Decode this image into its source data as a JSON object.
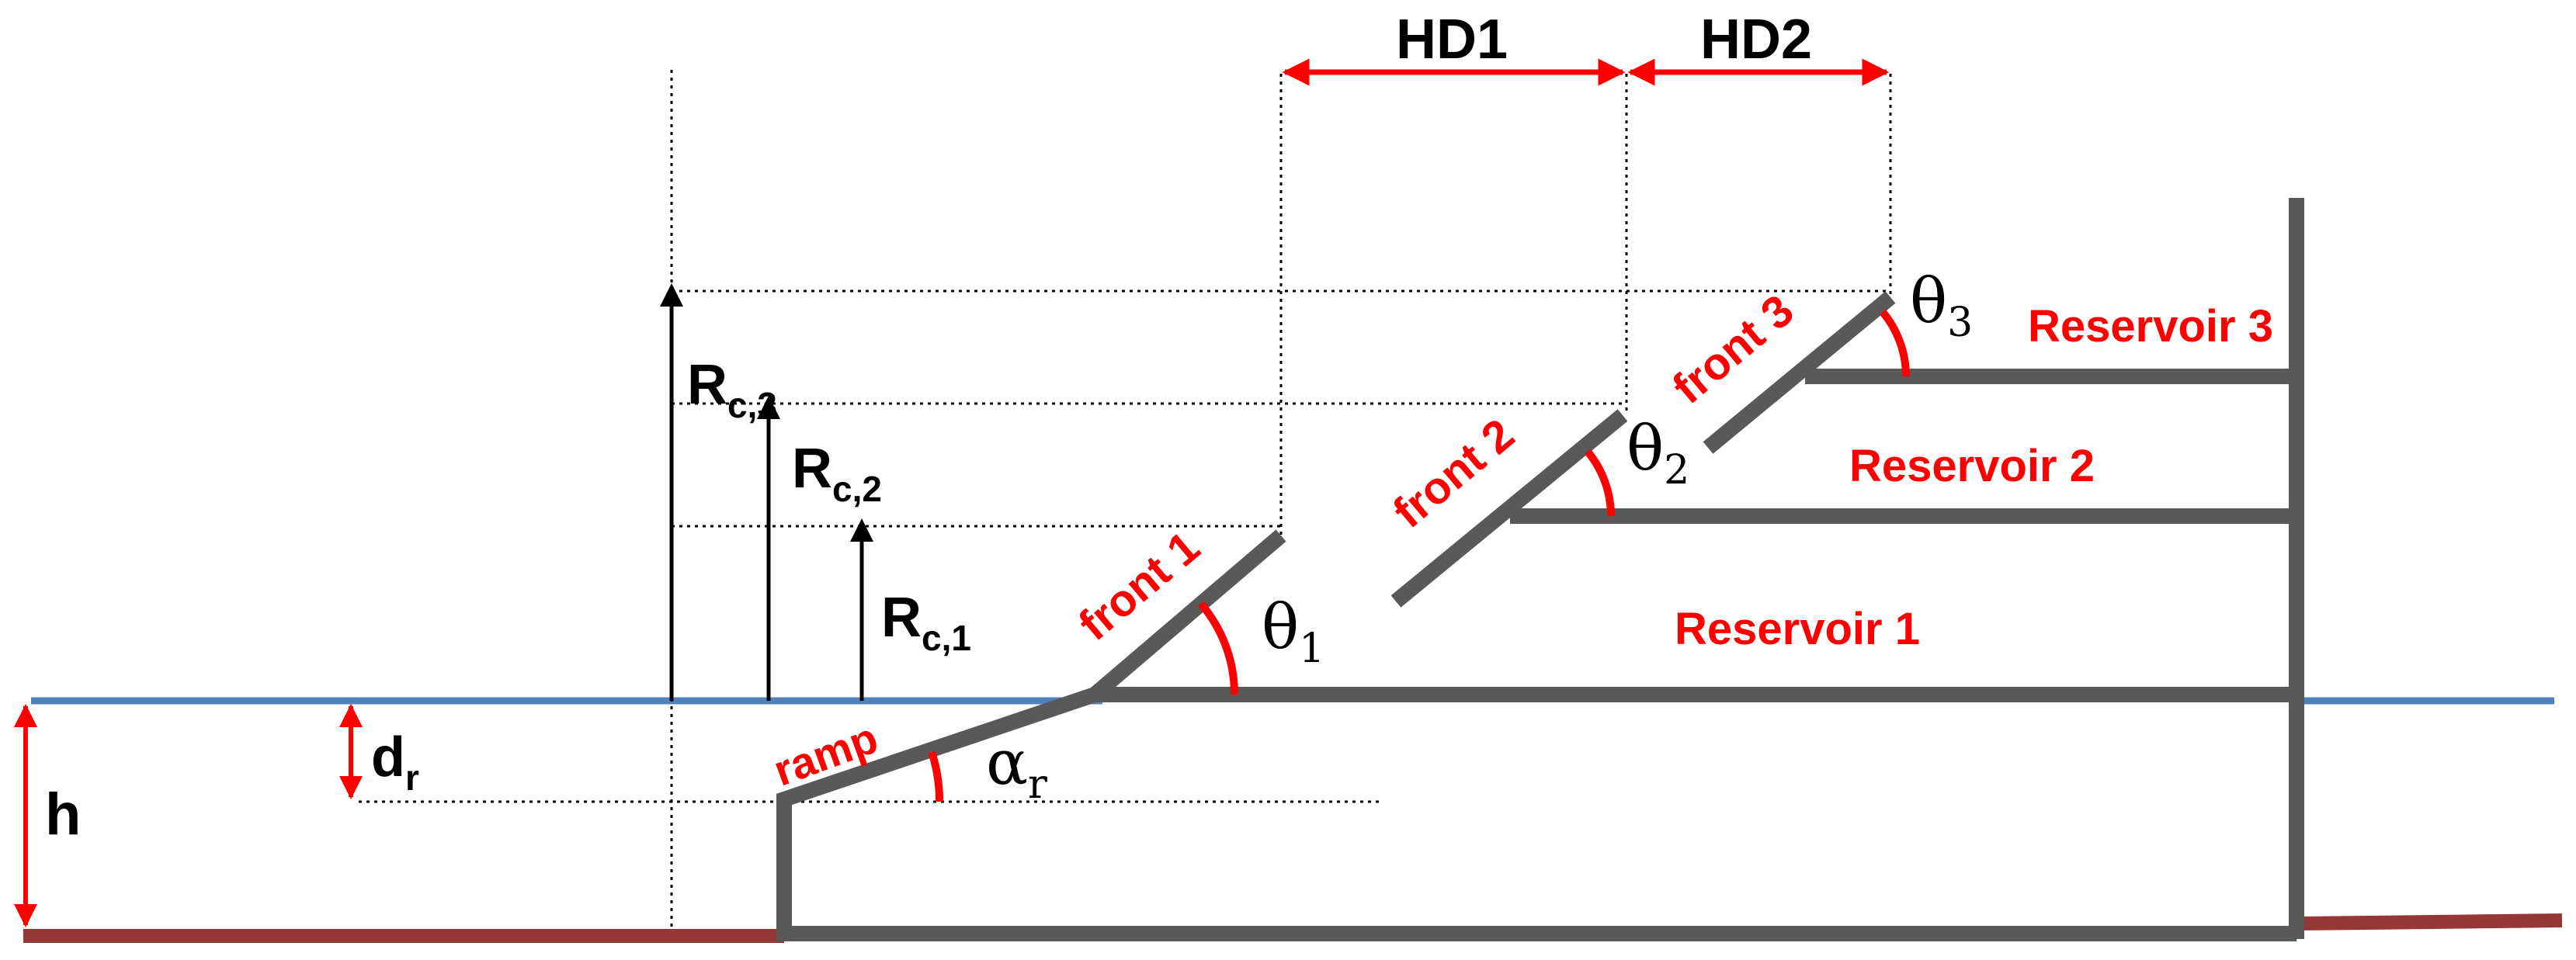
{
  "labels": {
    "hd1": "HD1",
    "hd2": "HD2",
    "rc3_main": "R",
    "rc3_sub": "c,3",
    "rc2_main": "R",
    "rc2_sub": "c,2",
    "rc1_main": "R",
    "rc1_sub": "c,1",
    "front1": "front 1",
    "front2": "front 2",
    "front3": "front 3",
    "theta1_main": "θ",
    "theta1_sub": "1",
    "theta2_main": "θ",
    "theta2_sub": "2",
    "theta3_main": "θ",
    "theta3_sub": "3",
    "reservoir1": "Reservoir 1",
    "reservoir2": "Reservoir 2",
    "reservoir3": "Reservoir 3",
    "ramp": "ramp",
    "alpha_main": "α",
    "alpha_sub": "r",
    "dr_main": "d",
    "dr_sub": "r",
    "h": "h"
  },
  "colors": {
    "structure": "#595959",
    "water": "#4f81bd",
    "bed": "#953735",
    "dimension": "#ff0000",
    "arrow": "#000000"
  }
}
